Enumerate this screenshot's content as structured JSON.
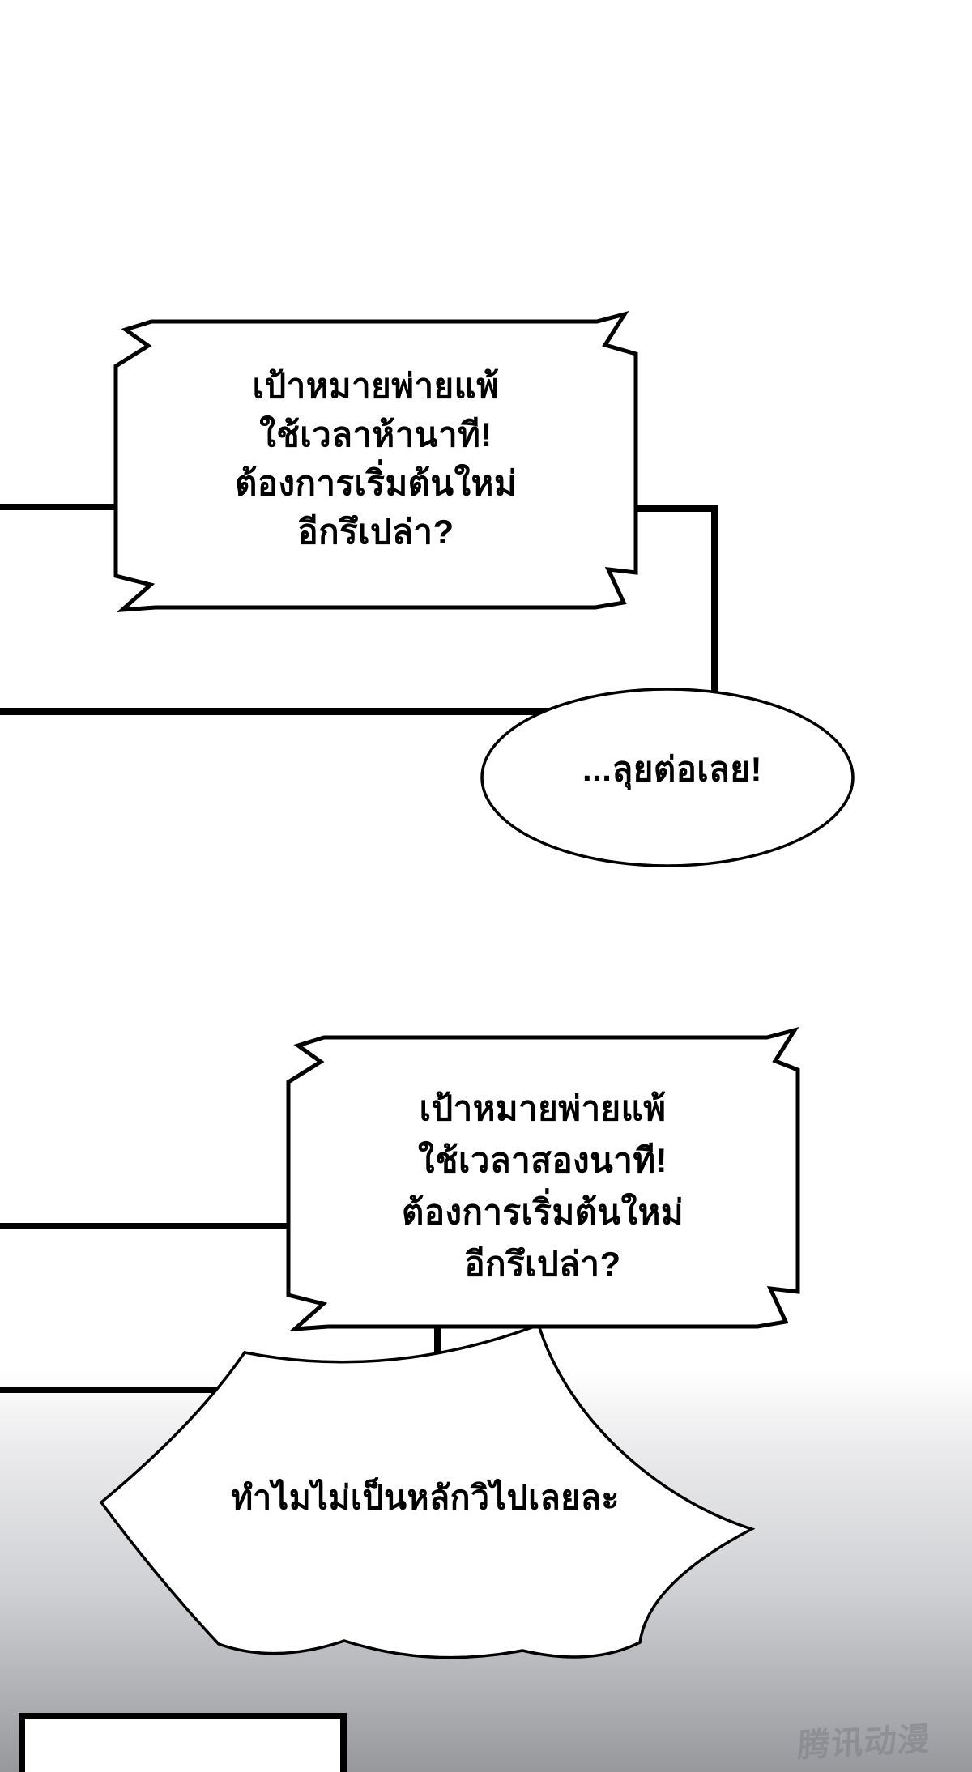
{
  "page": {
    "type": "comic-page",
    "background_color": "#ffffff",
    "gradient_bottom_color": "#97989c",
    "ink_color": "#000000"
  },
  "bubbles": {
    "system_box_1": {
      "shape": "rectangle-with-lightning-corners",
      "lines": [
        "เป้าหมายพ่ายแพ้",
        "ใช้เวลาห้านาที!",
        "ต้องการเริ่มต้นใหม่",
        "อีกรึเปล่า?"
      ]
    },
    "reply_ellipse": {
      "shape": "ellipse",
      "text": "...ลุยต่อเลย!"
    },
    "system_box_2": {
      "shape": "rectangle-with-lightning-corners",
      "lines": [
        "เป้าหมายพ่ายแพ้",
        "ใช้เวลาสองนาที!",
        "ต้องการเริ่มต้นใหม่",
        "อีกรึเปล่า?"
      ]
    },
    "burst": {
      "shape": "spiky-burst",
      "text": "ทำไมไม่เป็นหลักวิไปเลยละ"
    }
  },
  "watermark": {
    "text": "腾讯动漫"
  }
}
